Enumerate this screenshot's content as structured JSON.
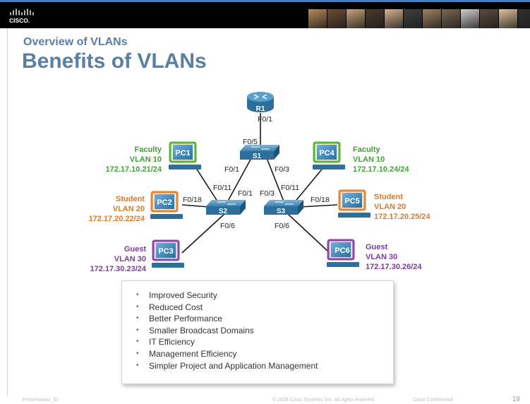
{
  "header": {
    "logo_text": "CISCO.",
    "photo_colors": [
      "#b78a55",
      "#6d4c35",
      "#c9a27a",
      "#4a3a2e",
      "#d8b08c",
      "#3f3f3f",
      "#a0835f",
      "#7b6651",
      "#cfcfcf",
      "#5b4a3d",
      "#e0c29b",
      "#2f2f2f"
    ]
  },
  "slide": {
    "subtitle": "Overview of VLANs",
    "title": "Benefits of VLANs"
  },
  "devices": {
    "r1": "R1",
    "s1": "S1",
    "s2": "S2",
    "s3": "S3",
    "pc1": "PC1",
    "pc2": "PC2",
    "pc3": "PC3",
    "pc4": "PC4",
    "pc5": "PC5",
    "pc6": "PC6"
  },
  "hosts": {
    "pc1": {
      "role": "Faculty",
      "vlan": "VLAN 10",
      "ip": "172.17.10.21/24"
    },
    "pc2": {
      "role": "Student",
      "vlan": "VLAN 20",
      "ip": "172.17.20.22/24"
    },
    "pc3": {
      "role": "Guest",
      "vlan": "VLAN 30",
      "ip": "172.17.30.23/24"
    },
    "pc4": {
      "role": "Faculty",
      "vlan": "VLAN 10",
      "ip": "172.17.10.24/24"
    },
    "pc5": {
      "role": "Student",
      "vlan": "VLAN 20",
      "ip": "172.17.20.25/24"
    },
    "pc6": {
      "role": "Guest",
      "vlan": "VLAN 30",
      "ip": "172.17.30.26/24"
    }
  },
  "ports": {
    "r1_down": "F0/1",
    "s1_up": "F0/5",
    "s1_left": "F0/1",
    "s1_right": "F0/3",
    "s2_up": "F0/11",
    "s2_s1": "F0/1",
    "s2_pc2": "F0/18",
    "s2_pc3": "F0/6",
    "s3_s1": "F0/3",
    "s3_up": "F0/11",
    "s3_pc5": "F0/18",
    "s3_pc6": "F0/6"
  },
  "benefits": [
    "Improved Security",
    "Reduced Cost",
    "Better Performance",
    "Smaller Broadcast Domains",
    "IT Efficiency",
    "Management Efficiency",
    "Simpler Project and Application Management"
  ],
  "footer": {
    "presentation_id": "Presentation_ID",
    "copyright": "© 2008 Cisco Systems, Inc. All rights reserved.",
    "confidential": "Cisco Confidential",
    "page": "19"
  },
  "colors": {
    "vlan10": "#43a038",
    "vlan20": "#d9792a",
    "vlan30": "#7a3d96",
    "title": "#5a7fa6",
    "device": "#2b6f9a"
  }
}
